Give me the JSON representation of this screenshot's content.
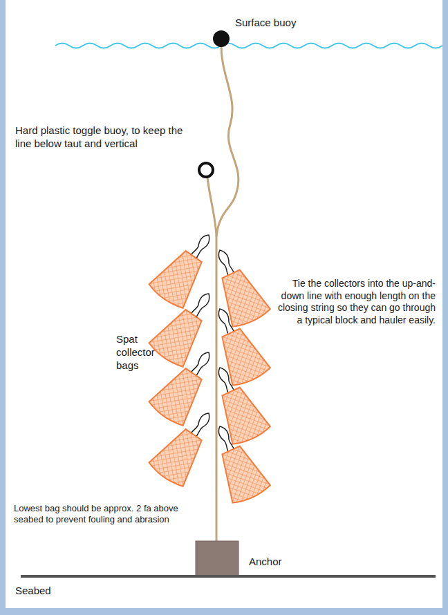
{
  "diagram": {
    "labels": [
      "Surface buoy",
      "Hard plastic toggle buoy, to keep the line below taut and vertical",
      "Spat collector bags",
      "Tie the collectors into the up-and-down line with enough length on the closing string so they can go through a typical block and hauler easily.",
      "Lowest bag should be approx. 2 fa above seabed to prevent fouling and abrasion",
      "Anchor",
      "Seabed"
    ]
  }
}
